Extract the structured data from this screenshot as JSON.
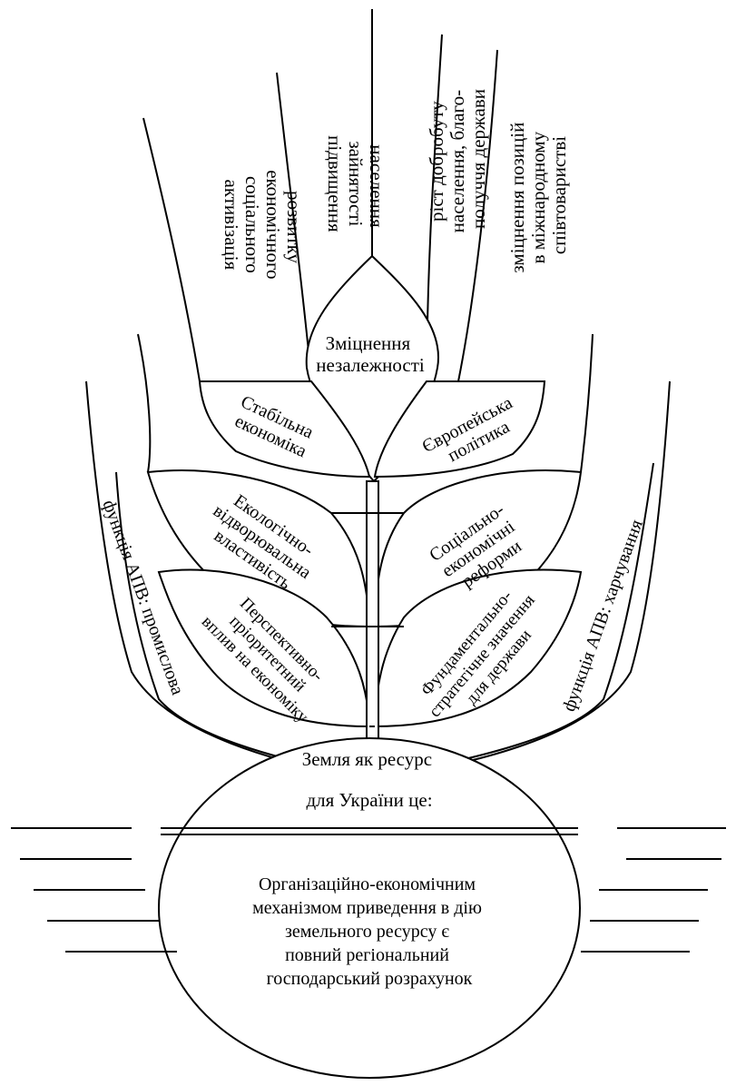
{
  "sections": {
    "s1": [
      "активізація",
      "соціального",
      "економічного",
      "розвитку"
    ],
    "s2": [
      "підвищення",
      "зайнятості",
      "населення"
    ],
    "s3": [
      "ріст добробуту",
      "населення, благо-",
      "получчя держави"
    ],
    "s4": [
      "зміцнення позицій",
      "в міжнародному",
      "співтоваристві"
    ]
  },
  "bud": [
    "Зміцнення",
    "незалежності"
  ],
  "leaves": {
    "l1": [
      "Стабільна",
      "економіка"
    ],
    "r1": [
      "Європейська",
      "політика"
    ],
    "l2": [
      "Екологічно-",
      "відворювальна",
      "властивість"
    ],
    "r2": [
      "Соціально-",
      "економічні",
      "реформи"
    ],
    "l3": [
      "Перспективно-",
      "пріоритетний",
      "вплив на економіку"
    ],
    "r3": [
      "Фундаментально-",
      "стратегічне значення",
      "для держави"
    ]
  },
  "branches": {
    "left": "функція АПВ: промислова",
    "right": "функція АПВ: харчування"
  },
  "root": {
    "top": [
      "Земля як ресурс",
      "для України це:"
    ],
    "bottom": [
      "Організаційно-економічним",
      "механізмом приведення в дію",
      "земельного ресурсу є",
      "повний регіональний",
      "господарський розрахунок"
    ]
  }
}
